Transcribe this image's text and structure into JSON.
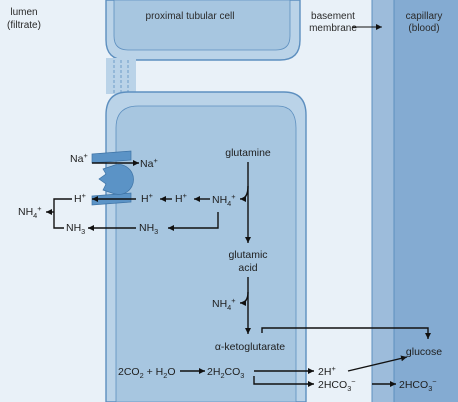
{
  "regions": {
    "lumen": [
      "lumen",
      "(filtrate)"
    ],
    "cell": "proximal tubular cell",
    "basement": [
      "basement",
      "membrane"
    ],
    "capillary": [
      "capillary",
      "(blood)"
    ]
  },
  "colors": {
    "lumen_bg": "#e9f1f8",
    "cell_fill": "#bad3e8",
    "cell_inner": "#a7c6e0",
    "cell_edge": "#5d8fbf",
    "basement_fill": "#9dbcdb",
    "capillary_fill": "#84abd2",
    "transporter": "#5b93c6",
    "arrow": "#111111"
  },
  "transporter": {
    "icon": "antiporter-icon",
    "na_left": "Na",
    "na_left_sup": "+",
    "na_right": "Na",
    "na_right_sup": "+",
    "h_left": "H",
    "h_left_sup": "+",
    "h_right": "H",
    "h_right_sup": "+"
  },
  "lumen_species": {
    "nh4": "NH",
    "nh4_sub": "4",
    "nh4_sup": "+",
    "nh3": "NH",
    "nh3_sub": "3"
  },
  "cell_species": {
    "h_plus": "H",
    "h_plus_sup": "+",
    "nh3": "NH",
    "nh3_sub": "3",
    "glutamine": "glutamine",
    "nh4_top": "NH",
    "nh4_top_sub": "4",
    "nh4_top_sup": "+",
    "glutamic_acid": [
      "glutamic",
      "acid"
    ],
    "nh4_bottom": "NH",
    "nh4_bottom_sub": "4",
    "nh4_bottom_sup": "+",
    "alpha_kg": "α-ketoglutarate",
    "glucose": "glucose"
  },
  "bicarbonate": {
    "co2": "2CO",
    "co2_sub": "2",
    "plus": " + H",
    "h2o_sub": "2",
    "h2o_o": "O",
    "h2co3_a": "2H",
    "h2co3_sub1": "2",
    "h2co3_b": "CO",
    "h2co3_sub2": "3",
    "two_h": "2H",
    "two_h_sup": "+",
    "hco3_cell": "2HCO",
    "hco3_cell_sub": "3",
    "hco3_cell_sup": "−",
    "hco3_blood": "2HCO",
    "hco3_blood_sub": "3",
    "hco3_blood_sup": "−"
  }
}
